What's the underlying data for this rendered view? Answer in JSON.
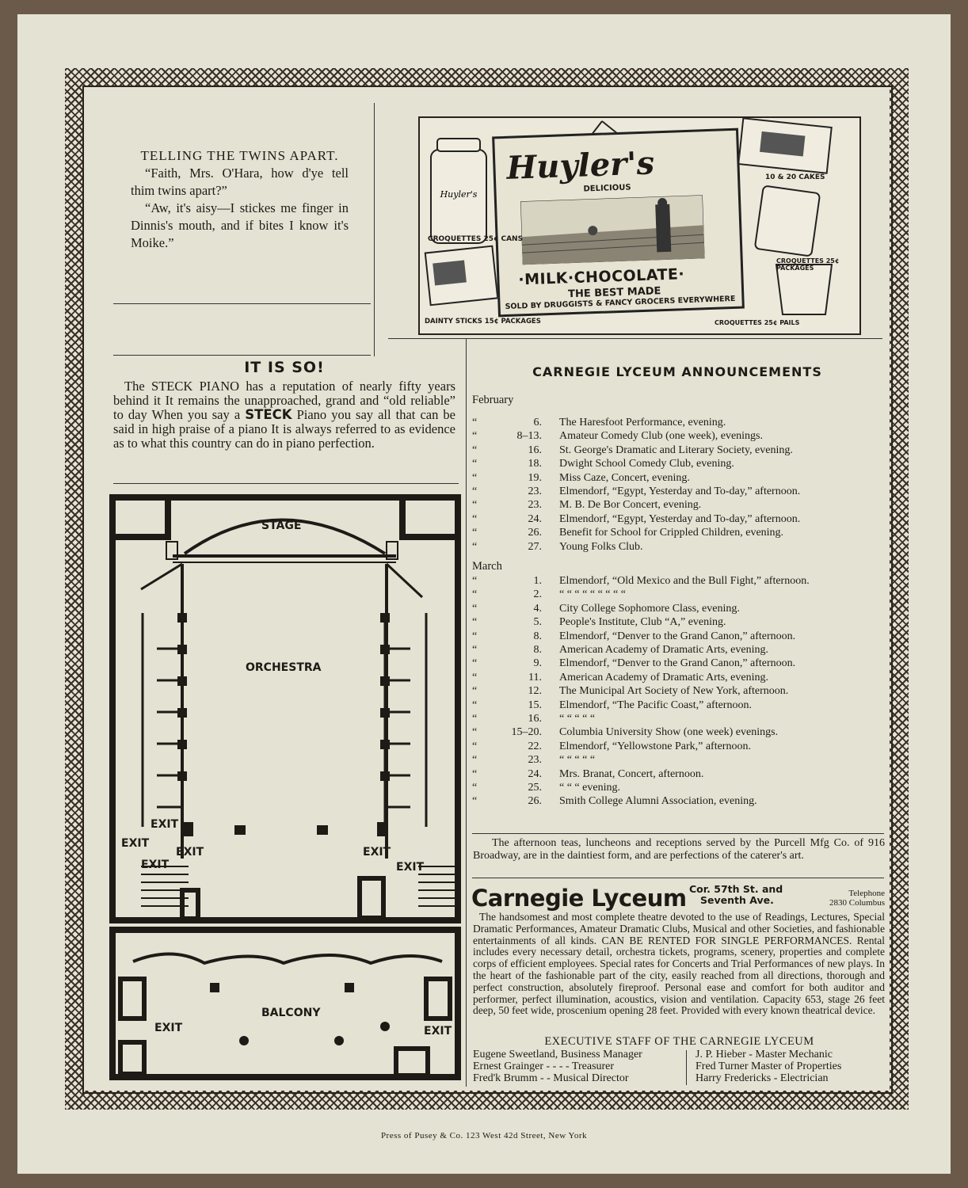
{
  "twins": {
    "title": "TELLING THE TWINS APART.",
    "p1": "“Faith, Mrs. O'Hara, how d'ye tell thim twins apart?”",
    "p2": "“Aw, it's aisy—I stickes me finger in Dinnis's mouth, and if bites I know it's Moike.”"
  },
  "ad": {
    "brand": "Huyler's",
    "delicious": "DELICIOUS",
    "milk": "·MILK·CHOCOLATE·",
    "best": "THE BEST MADE",
    "sold": "SOLD BY DRUGGISTS & FANCY GROCERS EVERYWHERE",
    "cans": "CROQUETTES 25¢ CANS",
    "sticks": "DAINTY STICKS 15¢ PACKAGES",
    "cakes": "10 & 20 CAKES",
    "packages": "CROQUETTES 25¢ PACKAGES",
    "pails": "CROQUETTES 25¢ PAILS"
  },
  "steck": {
    "title": "IT IS SO!",
    "t1": "The STECK PIANO has a reputation of nearly fifty years behind it  It remains the unapproached, grand and “old reliable” to day  When you say a ",
    "brand": "STECK",
    "t2": " Piano you say all that can be said in high praise of a piano  It is always referred to as evidence as to what this country can do in piano perfection."
  },
  "plan": {
    "stage": "STAGE",
    "orchestra": "ORCHESTRA",
    "balcony": "BALCONY",
    "exit": "EXIT"
  },
  "announcements": {
    "title": "CARNEGIE LYCEUM ANNOUNCEMENTS",
    "feb": "February",
    "mar": "March",
    "feb_items": [
      {
        "q": "“",
        "d": "6.",
        "e": "The Haresfoot Performance, evening."
      },
      {
        "q": "“",
        "d": "8–13.",
        "e": "Amateur Comedy Club (one week), evenings."
      },
      {
        "q": "“",
        "d": "16.",
        "e": "St. George's Dramatic and Literary Society, evening."
      },
      {
        "q": "“",
        "d": "18.",
        "e": "Dwight School Comedy Club, evening."
      },
      {
        "q": "“",
        "d": "19.",
        "e": "Miss Caze, Concert, evening."
      },
      {
        "q": "“",
        "d": "23.",
        "e": "Elmendorf, “Egypt, Yesterday and To-day,” afternoon."
      },
      {
        "q": "“",
        "d": "23.",
        "e": "M. B. De Bor Concert, evening."
      },
      {
        "q": "“",
        "d": "24.",
        "e": "Elmendorf, “Egypt, Yesterday and To-day,” afternoon."
      },
      {
        "q": "“",
        "d": "26.",
        "e": "Benefit for School for Crippled Children, evening."
      },
      {
        "q": "“",
        "d": "27.",
        "e": "Young Folks Club."
      }
    ],
    "mar_items": [
      {
        "q": "“",
        "d": "1.",
        "e": "Elmendorf, “Old Mexico and the Bull Fight,” afternoon."
      },
      {
        "q": "“",
        "d": "2.",
        "e": "“        “        “     “     “     “     “     “       “"
      },
      {
        "q": "“",
        "d": "4.",
        "e": "City College Sophomore Class, evening."
      },
      {
        "q": "“",
        "d": "5.",
        "e": "People's Institute, Club “A,” evening."
      },
      {
        "q": "“",
        "d": "8.",
        "e": "Elmendorf, “Denver to the Grand Canon,” afternoon."
      },
      {
        "q": "“",
        "d": "8.",
        "e": "American Academy of Dramatic Arts, evening."
      },
      {
        "q": "“",
        "d": "9.",
        "e": "Elmendorf, “Denver to the Grand Canon,” afternoon."
      },
      {
        "q": "“",
        "d": "11.",
        "e": "American Academy of Dramatic Arts, evening."
      },
      {
        "q": "“",
        "d": "12.",
        "e": "The Municipal Art Society of New York, afternoon."
      },
      {
        "q": "“",
        "d": "15.",
        "e": "Elmendorf, “The Pacific Coast,” afternoon."
      },
      {
        "q": "“",
        "d": "16.",
        "e": "“           “           “          “          “"
      },
      {
        "q": "“",
        "d": "15–20.",
        "e": "Columbia University Show (one week) evenings."
      },
      {
        "q": "“",
        "d": "22.",
        "e": "Elmendorf, “Yellowstone Park,” afternoon."
      },
      {
        "q": "“",
        "d": "23.",
        "e": "“           “           “          “          “"
      },
      {
        "q": "“",
        "d": "24.",
        "e": "Mrs. Branat, Concert, afternoon."
      },
      {
        "q": "“",
        "d": "25.",
        "e": "“        “        “       evening."
      },
      {
        "q": "“",
        "d": "26.",
        "e": "Smith College Alumni Association, evening."
      }
    ]
  },
  "teas": "The afternoon teas, luncheons and receptions served by the Purcell Mfg Co. of 916 Broadway, are in the daintiest form, and are perfections of the caterer's art.",
  "lyceum": {
    "name": "Carnegie Lyceum",
    "addr1": "Cor. 57th St. and",
    "addr2": "Seventh Ave.",
    "tel1": "Telephone",
    "tel2": "2830 Columbus",
    "body": "The handsomest and most complete theatre devoted to the use of Readings, Lectures, Special Dramatic Performances, Amateur Dramatic Clubs, Musical and other Societies, and fashionable entertainments of all kinds. CAN BE RENTED FOR SINGLE PERFORMANCES. Rental includes every necessary detail, orchestra tickets, programs, scenery, properties and complete corps of efficient employees. Special rates for Concerts and Trial Performances of new plays. In the heart of the fashionable part of the city, easily reached from all directions, thorough and perfect construction, absolutely fireproof. Personal ease and comfort for both auditor and performer, perfect illumination, acoustics, vision and ventilation. Capacity 653, stage 26 feet deep, 50 feet wide, proscenium opening 28 feet. Provided with every known theatrical device.",
    "staff_title": "EXECUTIVE STAFF OF THE CARNEGIE LYCEUM",
    "staff_left": [
      "Eugene Sweetland, Business Manager",
      "Ernest Grainger  -  -  -  -  Treasurer",
      "Fred'k Brumm  -  -  Musical Director"
    ],
    "staff_right": [
      "J. P. Hieber  -  Master Mechanic",
      "Fred Turner  Master of Properties",
      "Harry Fredericks  -  Electrician"
    ]
  },
  "footer": "Press of Pusey & Co. 123 West 42d Street, New York"
}
